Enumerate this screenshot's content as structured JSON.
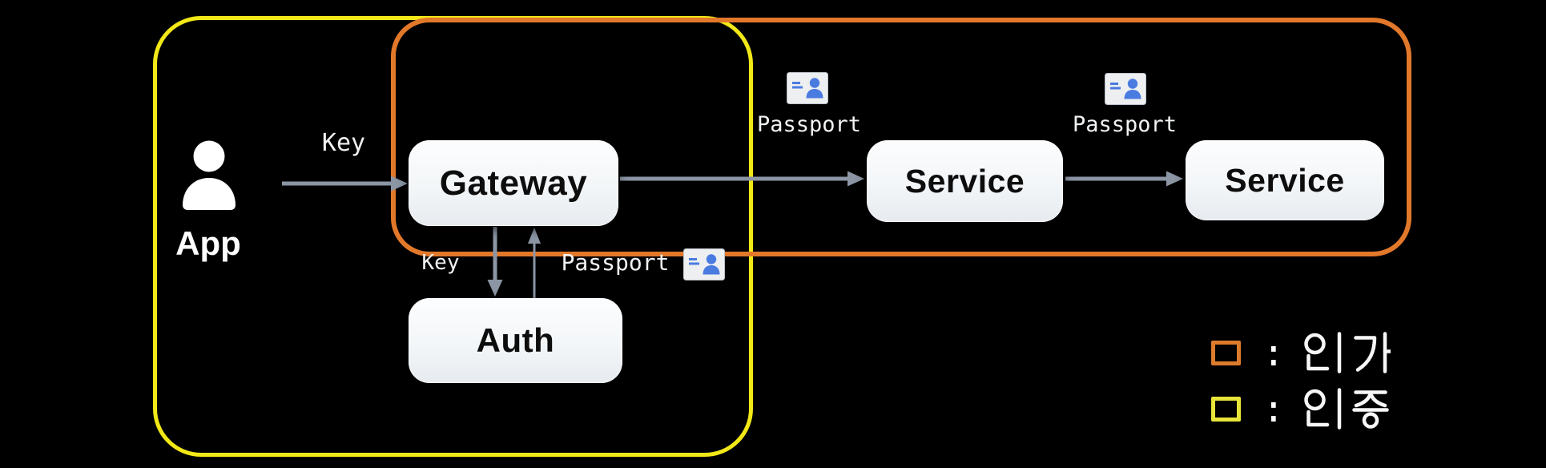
{
  "diagram": {
    "background_color": "#000000",
    "actor": {
      "label": "App"
    },
    "nodes": {
      "gateway": {
        "label": "Gateway"
      },
      "service_1": {
        "label": "Service"
      },
      "service_2": {
        "label": "Service"
      },
      "auth": {
        "label": "Auth"
      }
    },
    "edges": {
      "app_to_gateway": {
        "label": "Key"
      },
      "gateway_to_service_1": {
        "label": "Passport"
      },
      "service_1_to_service_2": {
        "label": "Passport"
      },
      "gateway_to_auth": {
        "label": "Key"
      },
      "auth_to_gateway": {
        "label": "Passport"
      }
    },
    "regions": {
      "authorization": {
        "border_color": "#e2782a"
      },
      "authentication": {
        "border_color": "#f2e818"
      }
    },
    "legend": {
      "items": [
        {
          "swatch_color": "#dd7b2c",
          "separator": ":",
          "label": "인가"
        },
        {
          "swatch_color": "#e8e53a",
          "separator": ":",
          "label": "인증"
        }
      ]
    }
  }
}
